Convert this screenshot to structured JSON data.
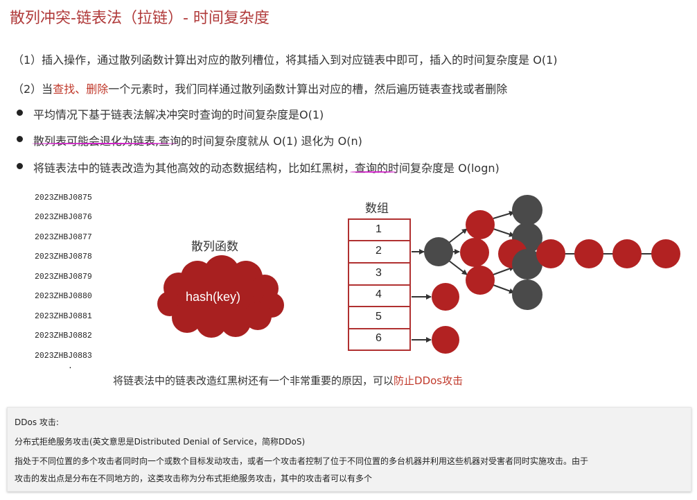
{
  "title": "散列冲突-链表法（拉链）- 时间复杂度",
  "para1": "（1）插入操作，通过散列函数计算出对应的散列槽位，将其插入到对应链表中即可，插入的时间复杂度是 O(1)",
  "para2": {
    "prefix": "（2）当",
    "find": "查找",
    "sep": "、",
    "delete": "删除",
    "suffix": "一个元素时，我们同样通过散列函数计算出对应的槽，然后遍历链表查找或者删除"
  },
  "bullets": [
    {
      "text": "平均情况下基于链表法解决冲突时查询的时间复杂度是O(1)"
    },
    {
      "emph": "散列表可能会退化为链表",
      "rest": ",查询的时间复杂度就从 O(1) 退化为 O(n)"
    },
    {
      "pre": "将链表法中的链表改造为其他高效的动态数据结构，",
      "emph": "比如红黑树",
      "rest": "，查询的时间复杂度是 O(logn)"
    }
  ],
  "keys": [
    "2023ZHBJ0875",
    "2023ZHBJ0876",
    "2023ZHBJ0877",
    "2023ZHBJ0878",
    "2023ZHBJ0879",
    "2023ZHBJ0880",
    "2023ZHBJ0881",
    "2023ZHBJ0882",
    "2023ZHBJ0883"
  ],
  "keys_ellipsis": ".",
  "hash_label": "散列函数",
  "hash_cloud_text": "hash(key)",
  "array_label": "数组",
  "array_slots": [
    "1",
    "2",
    "3",
    "4",
    "5",
    "6"
  ],
  "caption": {
    "text": "将链表法中的链表改造红黑树还有一个非常重要的原因，可以",
    "highlight": "防止DDos攻击"
  },
  "note": {
    "title": "DDos 攻击:",
    "line1": "分布式拒绝服务攻击(英文意思是Distributed Denial of Service，简称DDoS)",
    "line2": "指处于不同位置的多个攻击者同时向一个或数个目标发动攻击，或者一个攻击者控制了位于不同位置的多台机器并利用这些机器对受害者同时实施攻击。由于",
    "line3": "攻击的发出点是分布在不同地方的，这类攻击称为分布式拒绝服务攻击，其中的攻击者可以有多个"
  },
  "colors": {
    "title": "#b03a3a",
    "red_node": "#b22222",
    "dark_node": "#4a4a4a",
    "cloud": "#a82020",
    "underline": "#d020c8",
    "slot_border": "#b03030"
  }
}
